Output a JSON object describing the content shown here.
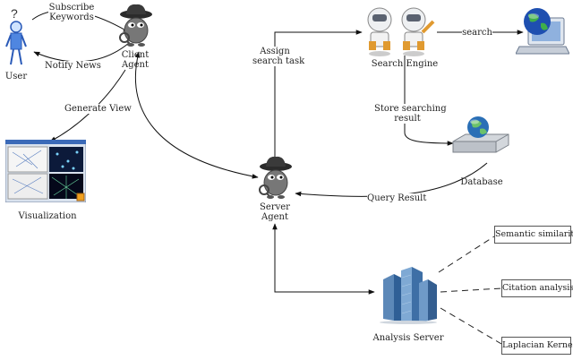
{
  "nodes": {
    "user": "User",
    "client_agent": "Client\nAgent",
    "visualization": "Visualization",
    "search_engine": "Search Engine",
    "server_agent": "Server\nAgent",
    "database": "Database",
    "analysis_server": "Analysis Server"
  },
  "edges": {
    "subscribe_keywords": "Subscribe\nKeywords",
    "notify_news": "Notify News",
    "generate_view": "Generate View",
    "assign_search_task": "Assign\nsearch task",
    "search": "search",
    "store_searching_result": "Store searching\nresult",
    "query_result": "Query Result"
  },
  "analysis_methods": [
    "Semantic similarity",
    "Citation analysis",
    "Laplacian Kernel"
  ],
  "user_icon_glyph": "?",
  "icons": {
    "user": "person-question-icon",
    "client_agent": "spy-agent-icon",
    "server_agent": "spy-agent-icon",
    "search_engine": "robot-heads-icon",
    "web": "globe-computer-icon",
    "database": "globe-disk-icon",
    "visualization": "graph-window-icon",
    "analysis_server": "skyscrapers-icon"
  }
}
